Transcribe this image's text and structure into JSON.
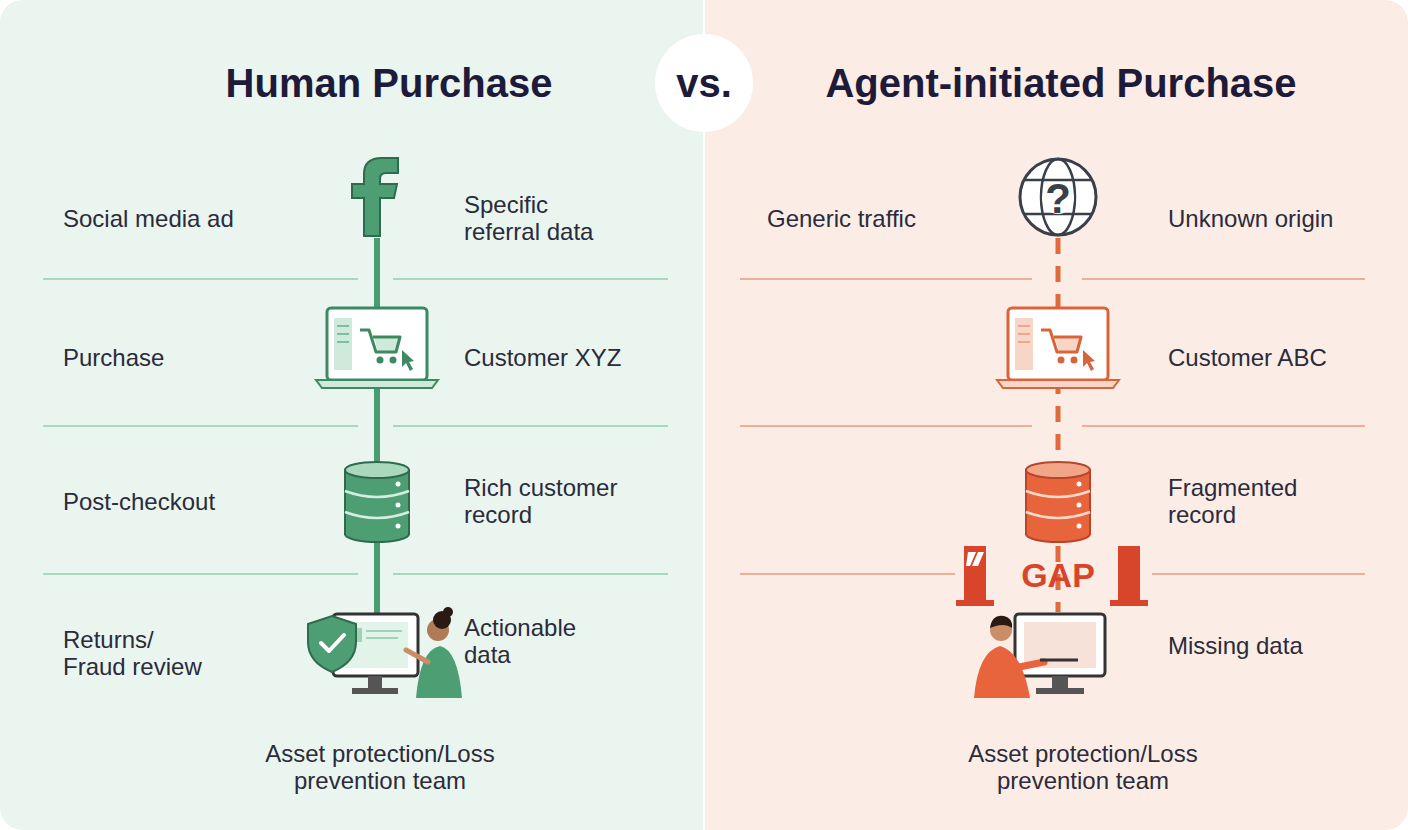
{
  "diagram": {
    "nodes": [
      {
        "text": [
          "Human Purchase",
          "Asset protection/Loss prevention team"
        ]
      },
      {
        "text": [
          "vs."
        ]
      },
      {
        "text": [
          "Agent-initiated Purchase",
          "Asset protection/Loss prevention team"
        ]
      }
    ],
    "labels": [
      "Social media ad",
      "Specific referral data",
      "Purchase",
      "Customer XYZ",
      "Post-checkout",
      "Rich customer record",
      "Returns/ Fraud review",
      "Actionable data",
      "Generic traffic",
      "?",
      "Unknown origin",
      "Customer ABC",
      "Fragmented record",
      "GAP",
      "Missing data"
    ]
  }
}
